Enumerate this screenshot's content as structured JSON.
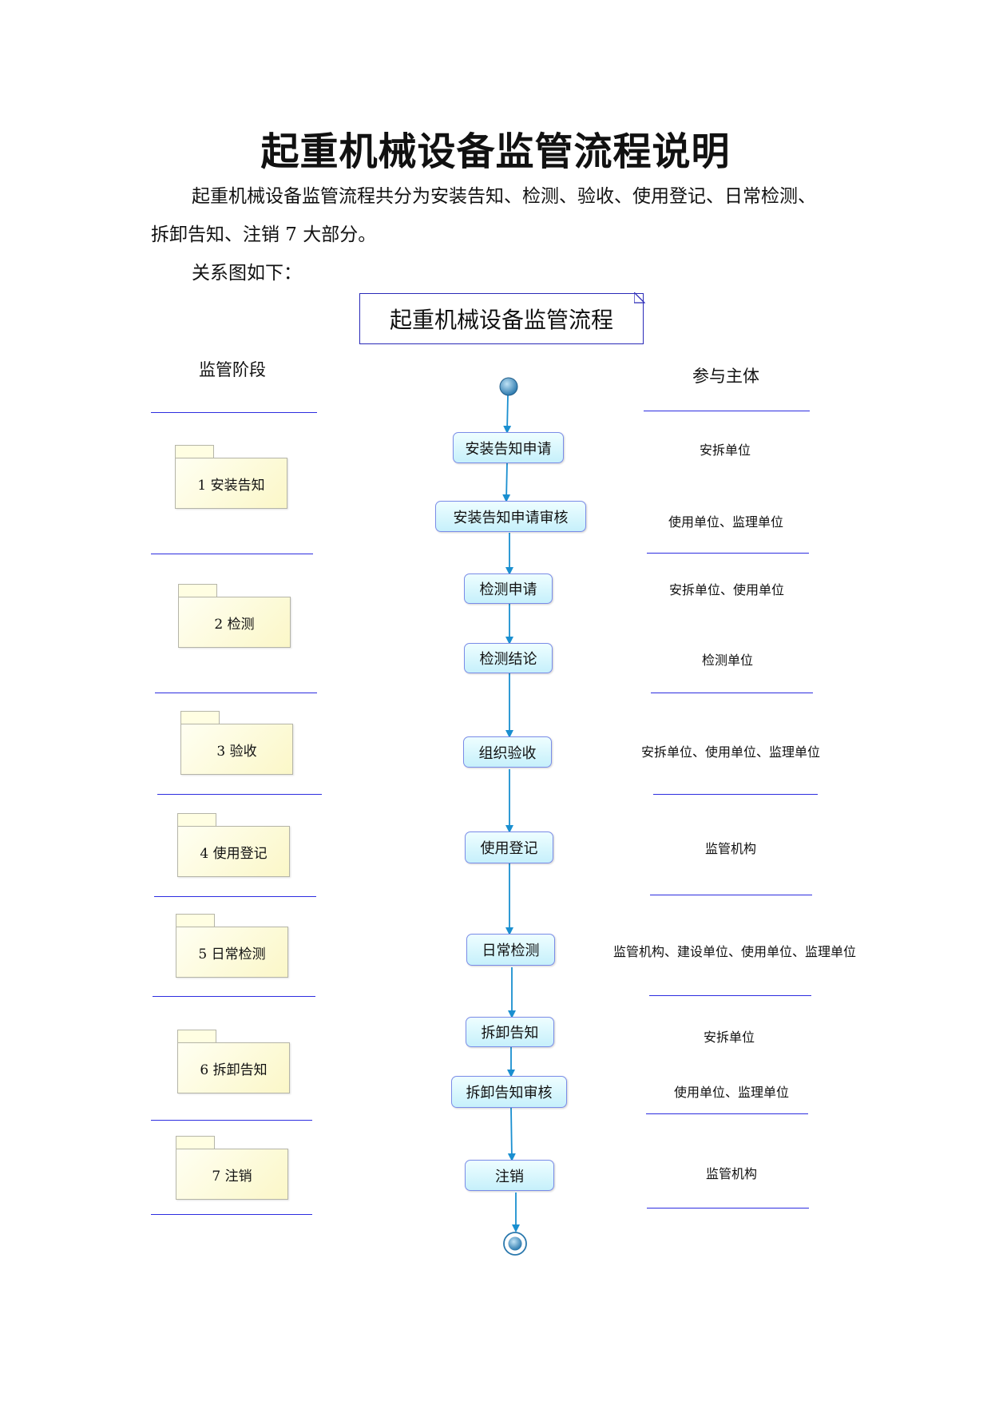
{
  "document": {
    "title": "起重机械设备监管流程说明",
    "intro_line1": "起重机械设备监管流程共分为安装告知、检测、验收、使用登记、日常检测、",
    "intro_line2": "拆卸告知、注销 7 大部分。",
    "diagram_caption": "关系图如下："
  },
  "diagram": {
    "title": "起重机械设备监管流程",
    "stage_header": "监管阶段",
    "party_header": "参与主体",
    "stages": [
      "1  安装告知",
      "2  检测",
      "3  验收",
      "4  使用登记",
      "5  日常检测",
      "6  拆卸告知",
      "7  注销"
    ],
    "nodes": [
      "安装告知申请",
      "安装告知申请审核",
      "检测申请",
      "检测结论",
      "组织验收",
      "使用登记",
      "日常检测",
      "拆卸告知",
      "拆卸告知审核",
      "注销"
    ],
    "parties": [
      "安拆单位",
      "使用单位、监理单位",
      "安拆单位、使用单位",
      "检测单位",
      "安拆单位、使用单位、监理单位",
      "监管机构",
      "监管机构、建设单位、使用单位、监理单位",
      "安拆单位",
      "使用单位、监理单位",
      "监管机构"
    ],
    "colors": {
      "separator": "#2d2de0",
      "arrow": "#1a8fd0",
      "node_border": "#7a8ce8",
      "node_fill": "#c6f0fb",
      "folder_fill": "#fbf7c8",
      "start_node": "#3a8fc4"
    }
  }
}
